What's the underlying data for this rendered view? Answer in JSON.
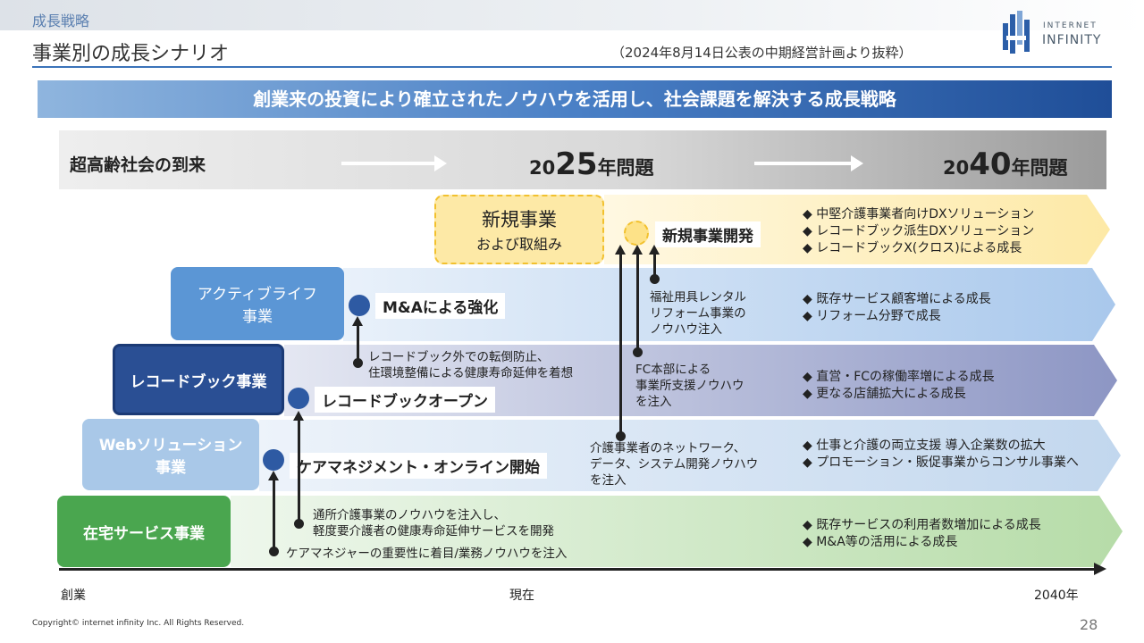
{
  "header": {
    "section": "成長戦略",
    "title": "事業別の成長シナリオ",
    "subtitle": "（2024年8月14日公表の中期経営計画より抜粋）",
    "logo_line1": "INTERNET",
    "logo_line2": "INFINITY"
  },
  "banner": "創業来の投資により確立されたノウハウを活用し、社会課題を解決する成長戦略",
  "timeline_band": {
    "left": "超高齢社会の到来",
    "y2025_prefix": "20",
    "y2025_big": "25",
    "y2025_suffix": "年問題",
    "y2040_prefix": "20",
    "y2040_big": "40",
    "y2040_suffix": "年問題"
  },
  "rows": {
    "new_biz": {
      "label1": "新規事業",
      "label2": "および取組み",
      "callout": "新規事業開発",
      "bullets": [
        "◆ 中堅介護事業者向けDXソリューション",
        "◆ レコードブック派生DXソリューション",
        "◆ レコードブックX(クロス)による成長"
      ]
    },
    "active_life": {
      "label1": "アクティブライフ",
      "label2": "事業",
      "callout": "M&Aによる強化",
      "note": "福祉用具レンタル\nリフォーム事業の\nノウハウ注入",
      "bullets": [
        "◆ 既存サービス顧客増による成長",
        "◆ リフォーム分野で成長"
      ]
    },
    "record_book": {
      "label": "レコードブック事業",
      "callout": "レコードブックオープン",
      "note_left": "レコードブック外での転倒防止、\n住環境整備による健康寿命延伸を着想",
      "note_fc": "FC本部による\n事業所支援ノウハウ\nを注入",
      "bullets": [
        "◆ 直営・FCの稼働率増による成長",
        "◆ 更なる店舗拡大による成長"
      ]
    },
    "web": {
      "label1": "Webソリューション",
      "label2": "事業",
      "callout": "ケアマネジメント・オンライン開始",
      "note": "介護事業者のネットワーク、\nデータ、システム開発ノウハウ\nを注入",
      "bullets": [
        "◆ 仕事と介護の両立支援 導入企業数の拡大",
        "◆ プロモーション・販促事業からコンサル事業へ"
      ]
    },
    "home": {
      "label": "在宅サービス事業",
      "note_day": "通所介護事業のノウハウを注入し、\n軽度要介護者の健康寿命延伸サービスを開発",
      "note_cm": "ケアマネジャーの重要性に着目/業務ノウハウを注入",
      "bullets": [
        "◆ 既存サービスの利用者数増加による成長",
        "◆ M&A等の活用による成長"
      ]
    }
  },
  "axis": {
    "start": "創業",
    "now": "現在",
    "end": "2040年"
  },
  "footer": {
    "copyright": "Copyright© internet infinity Inc. All Rights Reserved.",
    "page": "28"
  },
  "colors": {
    "accent_blue": "#3b73b9",
    "new_biz_fill": "#fde9a6",
    "active_life_fill": "#5b96d5",
    "record_book_fill": "#2a4f94",
    "web_fill": "#a9c8e8",
    "home_fill": "#4aa64f"
  }
}
